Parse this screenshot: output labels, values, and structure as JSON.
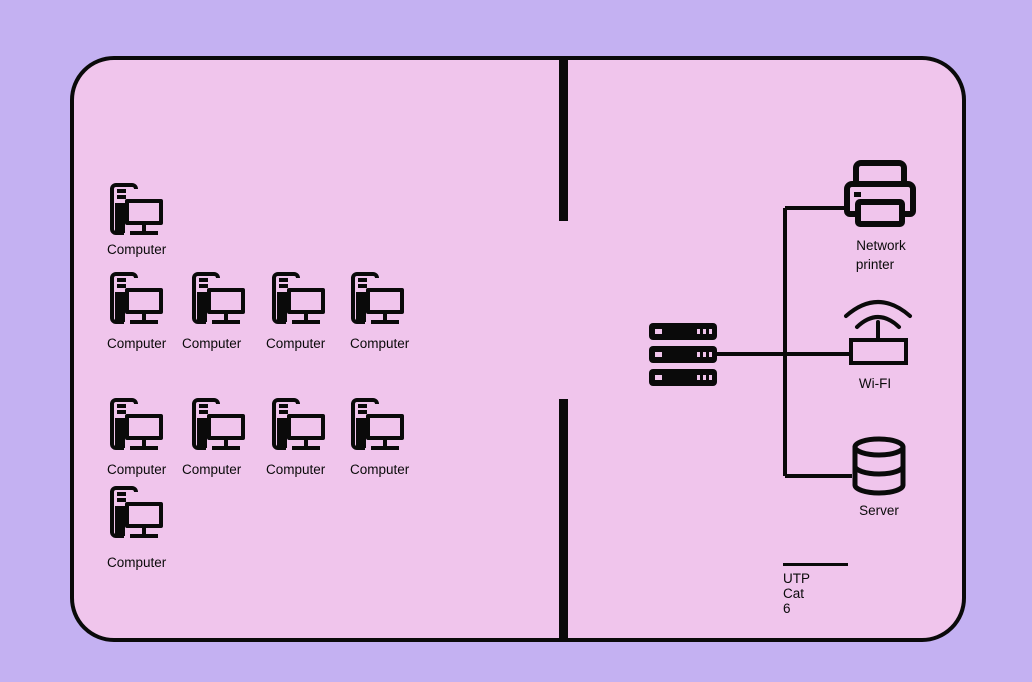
{
  "colors": {
    "background": "#c4b1f2",
    "floor": "#f0c5ec",
    "stroke": "#0a0a0a"
  },
  "computers": [
    {
      "label": "Computer"
    },
    {
      "label": "Computer"
    },
    {
      "label": "Computer"
    },
    {
      "label": "Computer"
    },
    {
      "label": "Computer"
    },
    {
      "label": "Computer"
    },
    {
      "label": "Computer"
    },
    {
      "label": "Computer"
    },
    {
      "label": "Computer"
    },
    {
      "label": "Computer"
    }
  ],
  "switch": {
    "icon": "network-switch-icon"
  },
  "devices": {
    "printer": {
      "label_line1": "Network",
      "label_line2": "printer",
      "icon": "printer-icon"
    },
    "wifi": {
      "label": "Wi-FI",
      "icon": "wifi-router-icon"
    },
    "server": {
      "label": "Server",
      "icon": "database-server-icon"
    }
  },
  "legend": {
    "label": "UTP Cat 6"
  }
}
